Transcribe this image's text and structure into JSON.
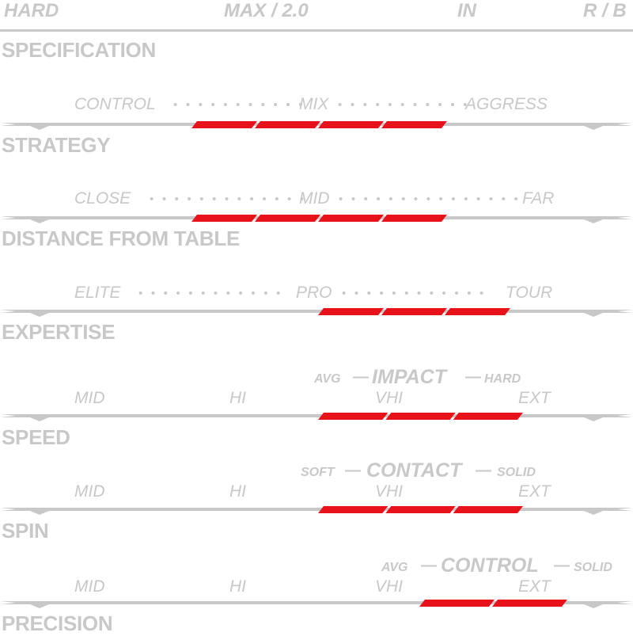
{
  "header": {
    "hardness": "HARD",
    "speed_rating": "MAX / 2.0",
    "category": "IN",
    "side": "R / B"
  },
  "sections": {
    "specification": "SPECIFICATION",
    "strategy": "STRATEGY",
    "distance": "DISTANCE FROM TABLE",
    "expertise": "EXPERTISE",
    "speed": "SPEED",
    "spin": "SPIN",
    "precision": "PRECISION"
  },
  "strategy_scale": {
    "left": "CONTROL",
    "mid": "MIX",
    "right": "AGGRESS",
    "level_start": 0.3,
    "level_end": 0.7
  },
  "distance_scale": {
    "left": "CLOSE",
    "mid": "MID",
    "right": "FAR",
    "level_start": 0.3,
    "level_end": 0.7
  },
  "expertise_scale": {
    "left": "ELITE",
    "mid": "PRO",
    "right": "TOUR",
    "level_start": 0.5,
    "level_end": 0.8
  },
  "speed_scale": {
    "ticks": [
      "MID",
      "HI",
      "VHI",
      "EXT"
    ],
    "impact": {
      "left": "AVG",
      "title": "IMPACT",
      "right": "HARD"
    },
    "level_start": 0.5,
    "level_end": 0.82
  },
  "spin_scale": {
    "ticks": [
      "MID",
      "HI",
      "VHI",
      "EXT"
    ],
    "contact": {
      "left": "SOFT",
      "title": "CONTACT",
      "right": "SOLID"
    },
    "level_start": 0.5,
    "level_end": 0.82
  },
  "precision_scale": {
    "ticks": [
      "MID",
      "HI",
      "VHI",
      "EXT"
    ],
    "control": {
      "left": "AVG",
      "title": "CONTROL",
      "right": "SOLID"
    },
    "level_start": 0.66,
    "level_end": 0.89
  },
  "colors": {
    "accent": "#e8121b",
    "muted": "#c8c8c8"
  },
  "dot_char": "•"
}
